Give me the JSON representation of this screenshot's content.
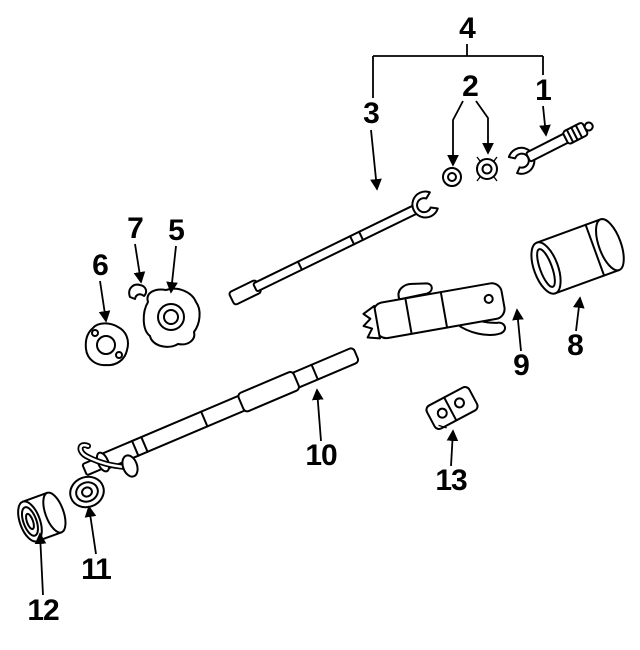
{
  "diagram": {
    "background": "#ffffff",
    "ink": "#000000",
    "callouts": [
      {
        "text": "1"
      },
      {
        "text": "2"
      },
      {
        "text": "3"
      },
      {
        "text": "4"
      },
      {
        "text": "5"
      },
      {
        "text": "6"
      },
      {
        "text": "7"
      },
      {
        "text": "8"
      },
      {
        "text": "9"
      },
      {
        "text": "10"
      },
      {
        "text": "11"
      },
      {
        "text": "12"
      },
      {
        "text": "13"
      }
    ]
  }
}
